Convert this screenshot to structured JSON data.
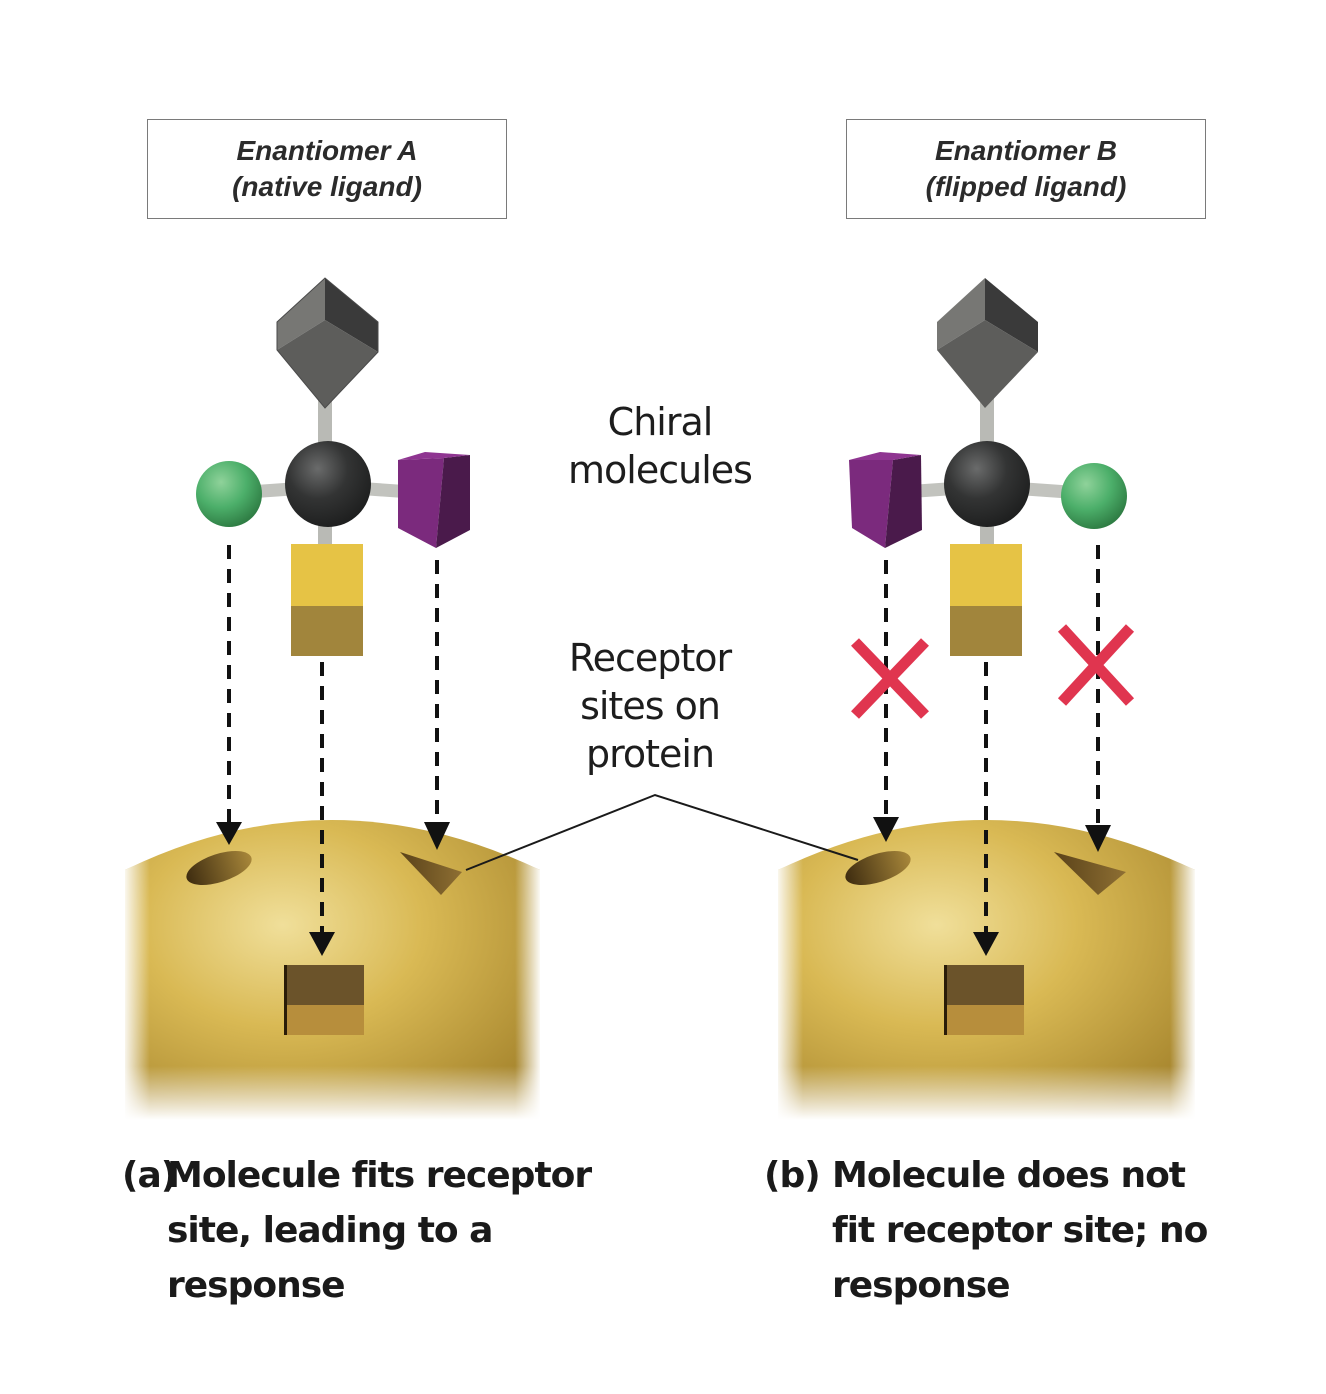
{
  "panels": [
    {
      "id": "a",
      "title_line1": "Enantiomer A",
      "title_line2": "(native ligand)",
      "caption_tag": "(a)",
      "caption_lines": [
        "Molecule fits receptor",
        "site,  leading to a",
        "response"
      ],
      "fits": true
    },
    {
      "id": "b",
      "title_line1": "Enantiomer B",
      "title_line2": "(flipped ligand)",
      "caption_tag": "(b)",
      "caption_lines": [
        "Molecule does not",
        "fit receptor site; no",
        "response"
      ],
      "fits": false
    }
  ],
  "center_labels": {
    "chiral": [
      "Chiral",
      "molecules"
    ],
    "receptor": [
      "Receptor",
      "sites on",
      "protein"
    ]
  },
  "colors": {
    "green_sphere": "#4caf6a",
    "purple_prism": "#7b2a7d",
    "yellow_cube": "#e6c345",
    "gray_cube": "#5e5e5e",
    "carbon": "#2e2f2f",
    "protein": "#d4b04a",
    "no_fit_x": "#e0354f"
  }
}
